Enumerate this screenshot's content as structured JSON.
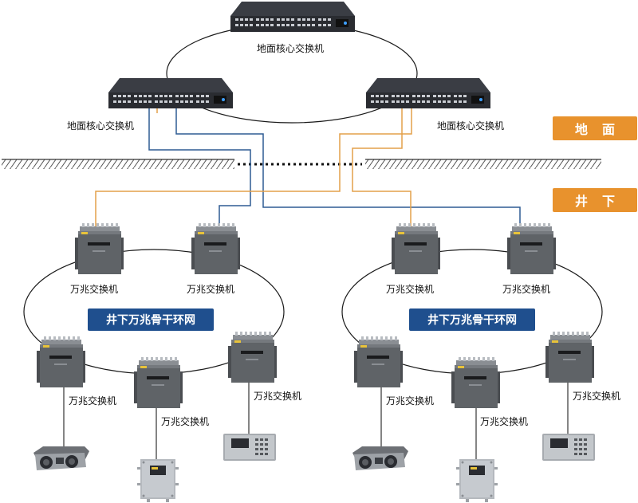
{
  "labels": {
    "top_core": "地面核心交换机",
    "left_core": "地面核心交换机",
    "right_core": "地面核心交换机",
    "zone_surface": "地面",
    "zone_underground": "井下",
    "ring_left": "井下万兆骨干环网",
    "ring_right": "井下万兆骨干环网",
    "switch": "万兆交换机"
  },
  "colors": {
    "link_blue": "#2e5c93",
    "link_orange": "#e3a04a",
    "zone_bg": "#e8922d",
    "ring_tag_bg": "#1f4f8e",
    "switch_body": "#5f6367",
    "core_switch": "#2a2c31"
  },
  "icons": {
    "core_switch": "rack-network-switch-icon",
    "mine_switch": "explosion-proof-switch-box-icon",
    "camera": "mine-camera-icon",
    "phone": "mine-phone-icon",
    "power_box": "power-cabinet-icon"
  }
}
